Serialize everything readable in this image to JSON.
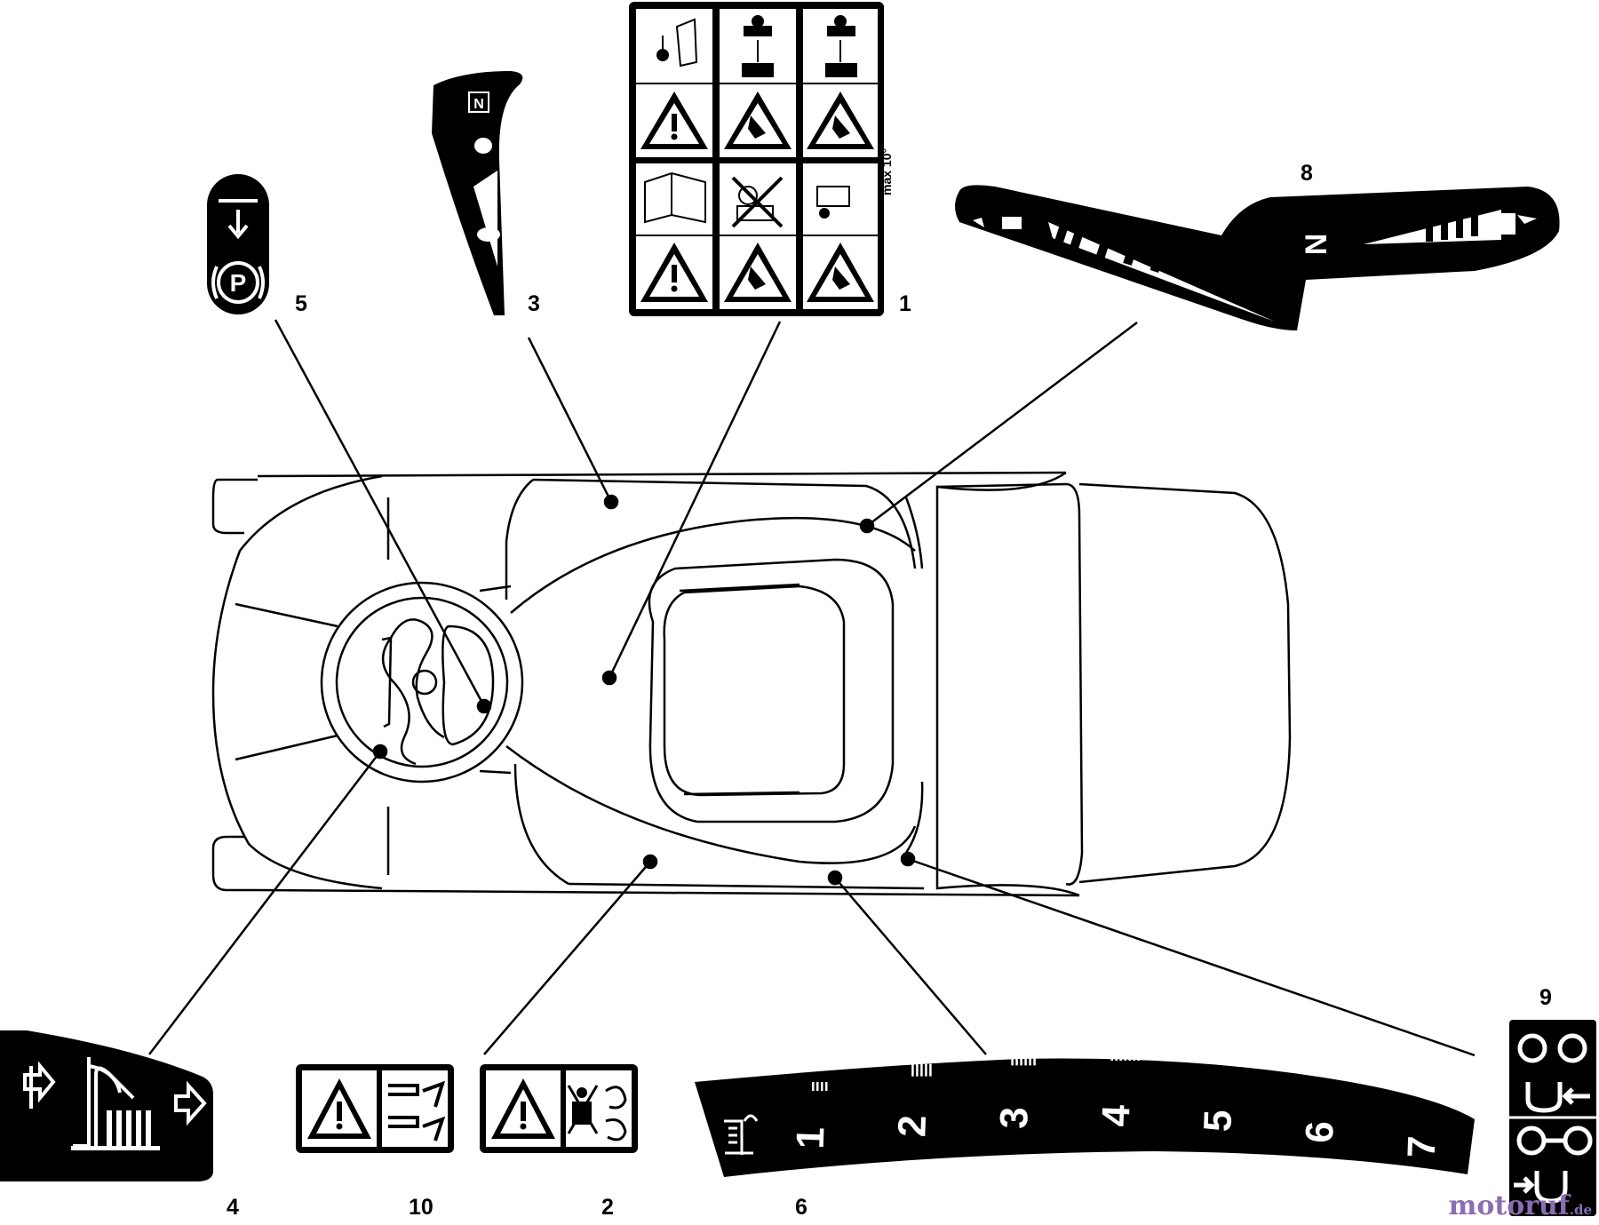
{
  "callouts": {
    "c1": "1",
    "c2": "2",
    "c3": "3",
    "c4": "4",
    "c5": "5",
    "c6": "6",
    "c8": "8",
    "c9": "9",
    "c10": "10"
  },
  "decal_1": {
    "max_slope": "max 10°"
  },
  "decal_3": {
    "neutral_letter": "N"
  },
  "decal_5": {
    "park_letter": "P"
  },
  "decal_8": {
    "neutral_letter": "N"
  },
  "decal_6": {
    "scale": [
      "1",
      "2",
      "3",
      "4",
      "5",
      "6",
      "7"
    ]
  },
  "watermark": {
    "name": "motoruf",
    "tld": ".de"
  },
  "colors": {
    "ink": "#000000",
    "paper": "#ffffff",
    "watermark": "#8b6db3"
  }
}
